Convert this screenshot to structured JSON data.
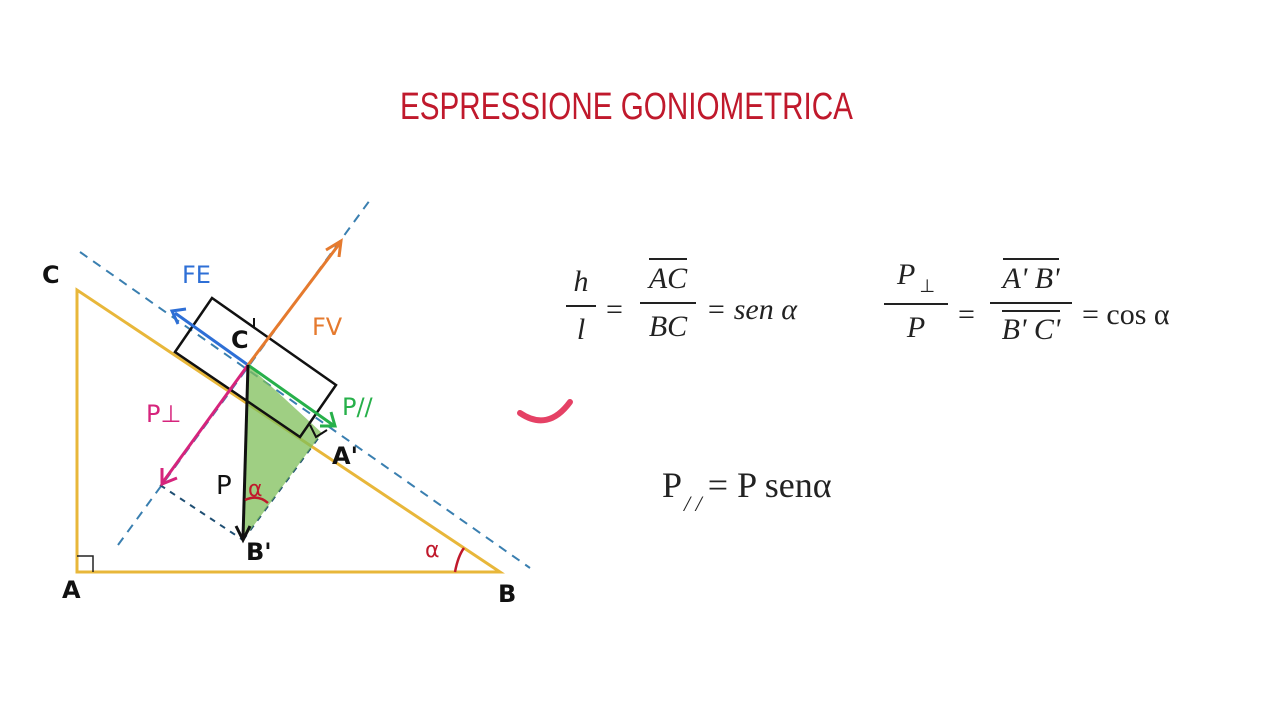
{
  "title": "ESPRESSIONE GONIOMETRICA",
  "diagram": {
    "vertex_labels": {
      "A": "A",
      "B": "B",
      "C": "C",
      "c_small": "C",
      "a_prime": "A'",
      "b_prime": "B'"
    },
    "force_labels": {
      "fe": "FE",
      "fv": "FV",
      "p_perp": "P⊥",
      "p_par": "P//",
      "p": "P"
    },
    "angle_labels": {
      "alpha_b": "α",
      "alpha_p": "α"
    },
    "colors": {
      "incline": "#e8b73a",
      "fe": "#2e6fd6",
      "fv": "#e57a2e",
      "p_perp": "#d6247c",
      "p_par": "#27b04a",
      "p": "#111111",
      "shade": "#7fbf5a",
      "dashed": "#3a7fb0",
      "angle": "#c0192c"
    }
  },
  "formulas": {
    "eq1": {
      "h": "h",
      "l": "l",
      "ac": "AC",
      "bc": "BC",
      "result": "= sen α",
      "eq": "="
    },
    "eq2": {
      "p_perp": "P",
      "perp": "⊥",
      "p": "P",
      "apbp": "A' B'",
      "bpcp": "B' C'",
      "result": "= cos α",
      "eq": "="
    },
    "eq3": {
      "p": "P",
      "sub": "/ /",
      "rest": "= P senα"
    }
  }
}
